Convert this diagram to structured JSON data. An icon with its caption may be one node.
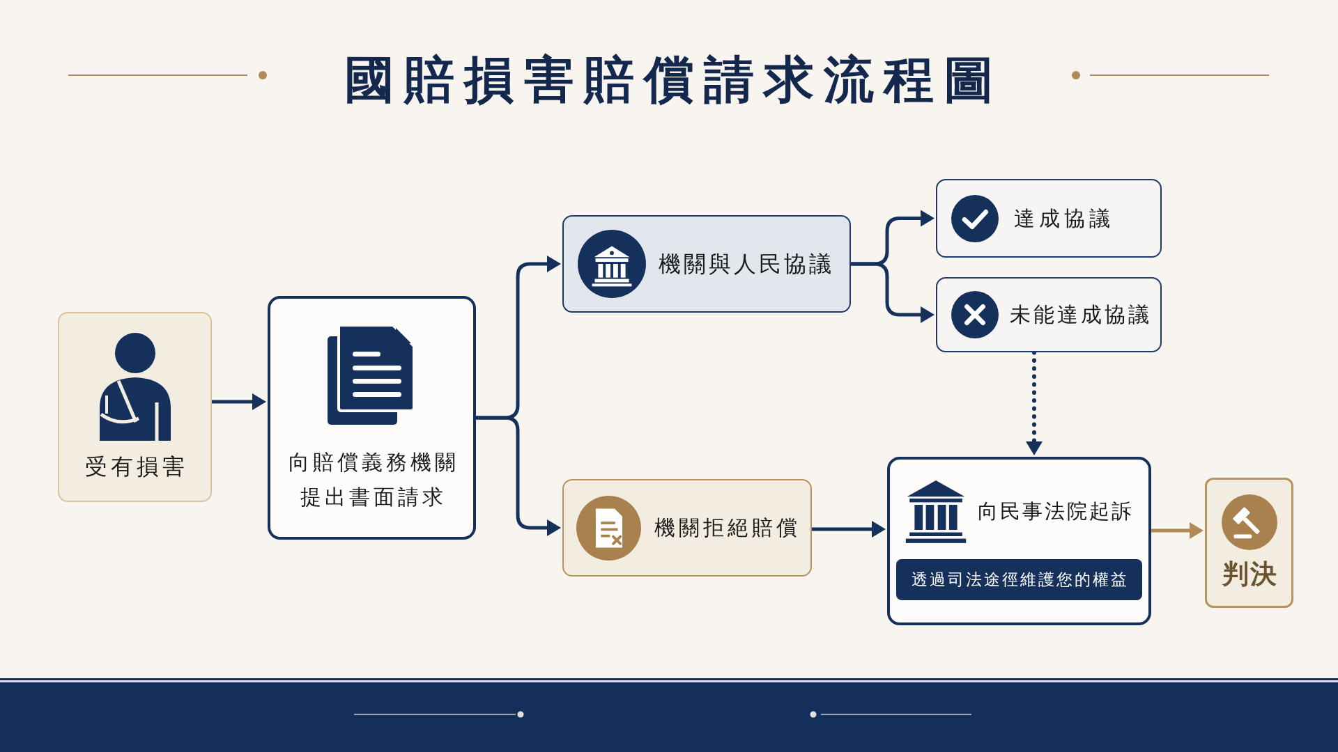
{
  "diagram": {
    "title": "國賠損害賠償請求流程圖",
    "nodes": [
      {
        "text": [
          "受有損害"
        ]
      },
      {
        "text": [
          "向賠償義務機關提出書面請求"
        ]
      },
      {
        "text": [
          "機關與人民協議"
        ]
      },
      {
        "text": [
          "達成協議"
        ]
      },
      {
        "text": [
          "未能達成協議"
        ]
      },
      {
        "text": [
          "機關拒絕賠償"
        ]
      },
      {
        "text": [
          "向民事法院起訴",
          "透過司法途徑維護您的權益"
        ]
      },
      {
        "text": [
          "判決"
        ]
      }
    ],
    "edges": [
      {
        "from": 0,
        "to": 1,
        "arrow": "to"
      },
      {
        "from": 1,
        "to": 2,
        "arrow": "to"
      },
      {
        "from": 1,
        "to": 5,
        "arrow": "to"
      },
      {
        "from": 2,
        "to": 3,
        "arrow": "to"
      },
      {
        "from": 2,
        "to": 4,
        "arrow": "to"
      },
      {
        "from": 4,
        "to": 6,
        "arrow": "to",
        "style": "dashed"
      },
      {
        "from": 5,
        "to": 6,
        "arrow": "to"
      },
      {
        "from": 6,
        "to": 7,
        "arrow": "to",
        "color": "#b08a58"
      }
    ]
  }
}
